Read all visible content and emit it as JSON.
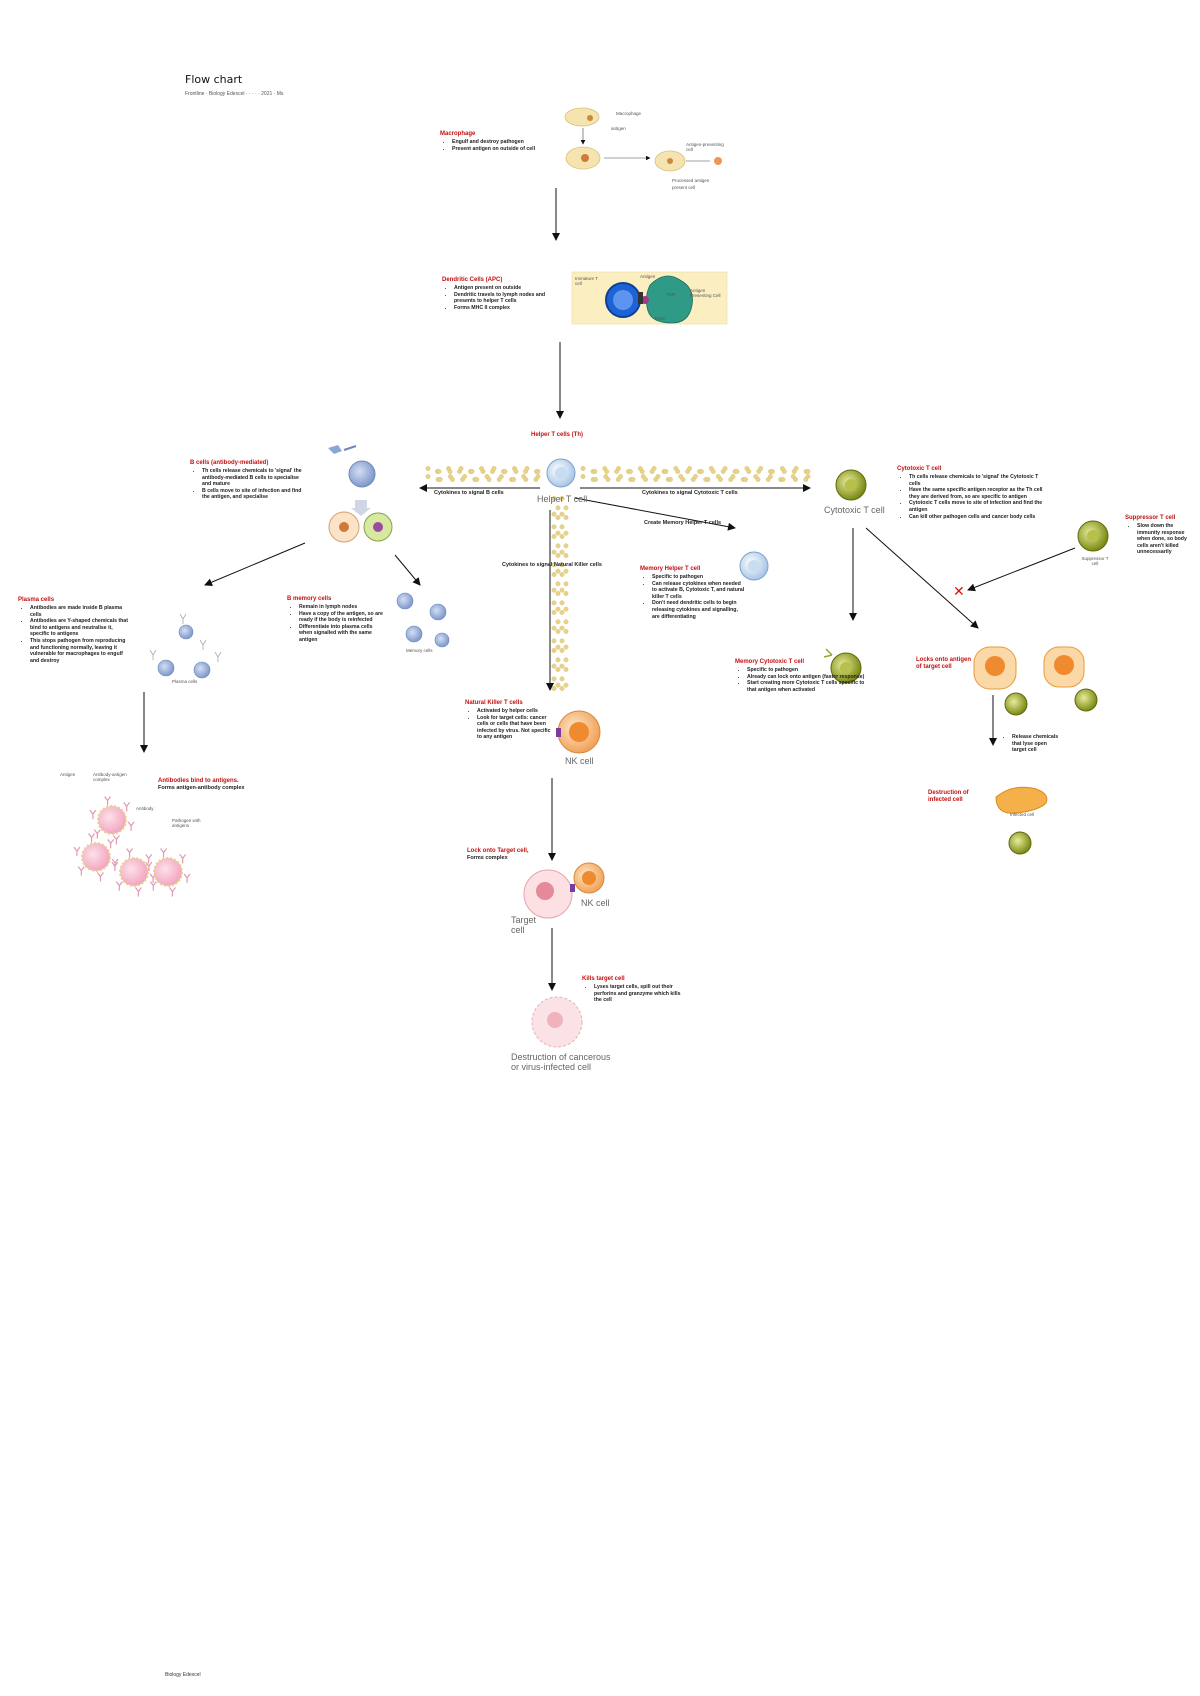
{
  "doc": {
    "title": "Flow chart",
    "subtitle": "Frontline · Biology Edexcel · · · · · 2021 · Ms",
    "footer": "Biology Edexcel"
  },
  "nodes": {
    "macrophage": {
      "heading": "Macrophage",
      "bullets": [
        "Engulf and destroy pathogen",
        "Present antigen on outside of cell"
      ],
      "labels": [
        "Macrophage",
        "antigen",
        "Antigen-presenting cell",
        "Processed antigen",
        "present cell"
      ]
    },
    "dendritic": {
      "heading": "Dendritic Cells (APC)",
      "bullets": [
        "Antigen present on outside",
        "Dendritic travels to lymph nodes and presents to helper T cells",
        "Forms MHC II complex"
      ],
      "labels": [
        "Immature T cell",
        "Antigen",
        "TCR",
        "Antigen Presenting Cell",
        "MHC"
      ]
    },
    "helper": {
      "heading": "Helper T cells (Th)",
      "label": "Helper T cell"
    },
    "b_cell": {
      "heading": "B cells (antibody-mediated)",
      "bullets": [
        "Th cells release chemicals to 'signal' the antibody-mediated B cells to specialise and mature",
        "B cells move to site of infection and find the antigen, and specialise"
      ]
    },
    "cytotoxic": {
      "heading": "Cytotoxic T cell",
      "label": "Cytotoxic T cell",
      "bullets": [
        "Th cells release chemicals to 'signal' the Cytotoxic T cells",
        "Have the same specific antigen receptor as the Th cell they are derived from, so are specific to antigen",
        "Cytotoxic T cells move to site of infection and find the antigen",
        "Can kill other pathogen cells and cancer body cells"
      ]
    },
    "suppressor": {
      "heading": "Suppressor T cell",
      "label": "Suppressor T cell",
      "bullets": [
        "Slow down the immunity response when done, so body cells aren't killed unnecessarily"
      ]
    },
    "plasma": {
      "heading": "Plasma cells",
      "bullets": [
        "Antibodies are made inside B plasma cells",
        "Antibodies are Y-shaped chemicals that bind to antigens and neutralise it, specific to antigens",
        "This stops pathogen from reproducing and functioning normally, leaving it vulnerable for macrophages to engulf and destroy"
      ],
      "img_label": "Plasma cells"
    },
    "memory_b": {
      "heading": "B memory cells",
      "bullets": [
        "Remain in lymph nodes",
        "Have a copy of the antigen, so are ready if the body is reinfected",
        "Differentiate into plasma cells when signalled with the same antigen"
      ],
      "img_label": "Memory cells"
    },
    "memory_helper": {
      "heading": "Memory Helper T cell",
      "bullets": [
        "Specific to pathogen",
        "Can release cytokines when needed to activate B, Cytotoxic T, and natural killer T cells",
        "Don't need dendritic cells to begin releasing cytokines and signalling, are differentiating"
      ]
    },
    "memory_cytotoxic": {
      "heading": "Memory Cytotoxic T cell",
      "bullets": [
        "Specific to pathogen",
        "Already can lock onto antigen (faster response)",
        "Start creating more Cytotoxic T cells specific to that antigen when activated"
      ]
    },
    "nk": {
      "heading": "Natural Killer T cells",
      "label": "NK cell",
      "bullets": [
        "Activated by helper cells",
        "Look for target cells: cancer cells or cells that have been infected by virus. Not specific to any antigen"
      ]
    },
    "antibody_antigen": {
      "heading": "Antibodies bind to antigens.",
      "sub": "Forms antigen-antibody complex",
      "labels": [
        "Antigen",
        "Antibody-antigen complex",
        "Antibody",
        "Pathogen with antigens"
      ]
    },
    "lock_target": {
      "heading": "Lock onto Target cell,",
      "sub": "Forms complex",
      "labels": [
        "Target cell",
        "NK cell"
      ]
    },
    "kill_target": {
      "heading": "Kills target cell",
      "bullets": [
        "Lyses target cells, spill out their perforins and granzyme which kills the cell"
      ],
      "label": "Destruction of cancerous or virus-infected cell"
    },
    "lock_infected": {
      "heading": "Locks onto antigen of target cell"
    },
    "release": {
      "bullets": [
        "Release chemicals that lyse open target cell"
      ]
    },
    "destruction": {
      "heading": "Destruction of infected cell",
      "label": "Infected cell"
    }
  },
  "edges": {
    "to_b": "Cytokines to signal B cells",
    "to_cyto": "Cytokines to signal Cytotoxic T cells",
    "to_memory_helper": "Create Memory Helper T cells",
    "to_nk": "Cytokines to signal Natural Killer cells",
    "blocked_mark": "✕"
  },
  "colors": {
    "heading": "#c41010",
    "dots": "#e7d38a",
    "b_cell": "#8ea6d6",
    "cyto_cell": "#8c9a1e",
    "nk_cell": "#f0a35a",
    "pathogen": "#f4a3c0",
    "dendritic_bg": "#fbefc2"
  }
}
